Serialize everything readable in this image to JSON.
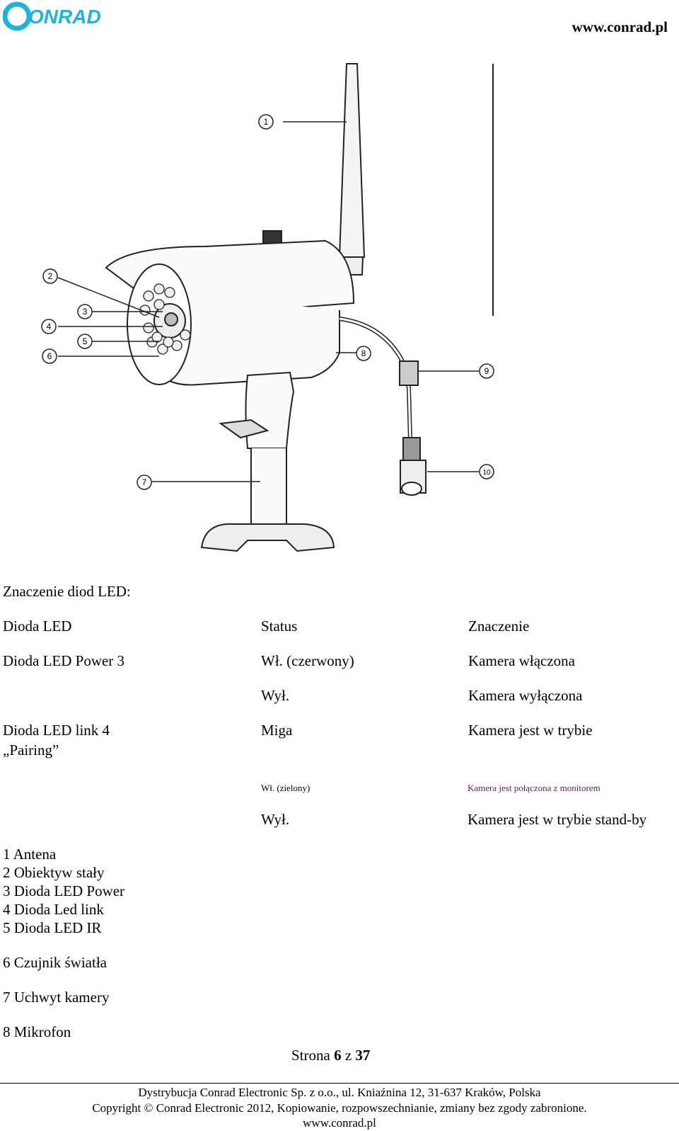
{
  "header": {
    "logo_text": "CONRAD",
    "site": "www.conrad.pl",
    "brand_color": "#1fb4d6"
  },
  "diagram": {
    "callouts": [
      "1",
      "2",
      "3",
      "4",
      "5",
      "6",
      "7",
      "8",
      "9",
      "10"
    ]
  },
  "led_section": {
    "title": "Znaczenie diod LED:",
    "headers": [
      "Dioda LED",
      "Status",
      "Znaczenie"
    ],
    "rows": [
      {
        "led": "Dioda LED Power 3",
        "status": "Wł. (czerwony)",
        "meaning": "Kamera włączona"
      },
      {
        "led": "",
        "status": "Wył.",
        "meaning": "Kamera wyłączona"
      },
      {
        "led": "Dioda LED link 4",
        "status": "Miga",
        "meaning": "Kamera jest w trybie"
      },
      {
        "led": "„Pairing”",
        "status": "",
        "meaning": ""
      },
      {
        "led": "",
        "status": "Wł. (zielony)",
        "meaning": "Kamera jest połączona z monitorem"
      },
      {
        "led": "",
        "status": "Wył.",
        "meaning": "Kamera jest w trybie stand-by"
      }
    ]
  },
  "parts": [
    "1 Antena",
    "2 Obiektyw stały",
    "3 Dioda LED Power",
    "4 Dioda Led link",
    "5 Dioda LED IR",
    "6 Czujnik światła",
    "7 Uchwyt kamery",
    "8 Mikrofon"
  ],
  "page": {
    "prefix": "Strona",
    "current": "6",
    "sep": "z",
    "total": "37"
  },
  "footer": {
    "line1": "Dystrybucja Conrad Electronic Sp. z o.o., ul. Kniaźnina 12, 31-637 Kraków, Polska",
    "line2": "Copyright © Conrad Electronic 2012, Kopiowanie, rozpowszechnianie, zmiany bez zgody zabronione.",
    "line3": "www.conrad.pl"
  }
}
